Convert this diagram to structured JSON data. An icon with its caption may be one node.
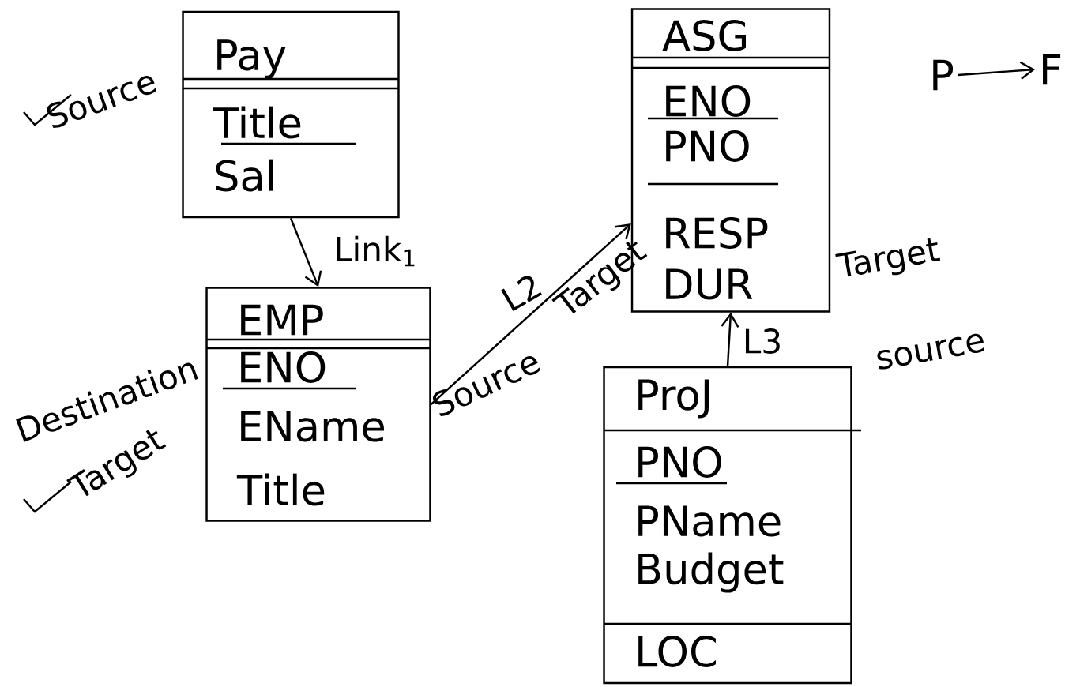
{
  "diagram": {
    "nodes": [
      {
        "text": [
          "Pay",
          "Title",
          "Sal"
        ],
        "beside": [
          "Source"
        ]
      },
      {
        "text": [
          "ASG",
          "ENO",
          "PNO",
          "RESP",
          "DUR"
        ],
        "beside": [
          "Target",
          "Target"
        ]
      },
      {
        "text": [
          "P"
        ]
      },
      {
        "text": [
          "F"
        ]
      },
      {
        "text": [
          "EMP",
          "ENO",
          "EName",
          "Title"
        ],
        "beside": [
          "Destination",
          "Target",
          "Source"
        ]
      },
      {
        "text": [
          "ProJ",
          "PNO",
          "PName",
          "Budget",
          "LOC"
        ],
        "beside": [
          "source"
        ]
      }
    ],
    "edges": [
      {
        "from": 0,
        "to": 4,
        "arrow": "to",
        "label": "Link$_{1}$"
      },
      {
        "from": 4,
        "to": 1,
        "arrow": "to",
        "label": "L2"
      },
      {
        "from": 5,
        "to": 1,
        "arrow": "to",
        "label": "L3"
      },
      {
        "from": 2,
        "to": 3,
        "arrow": "to"
      }
    ]
  }
}
